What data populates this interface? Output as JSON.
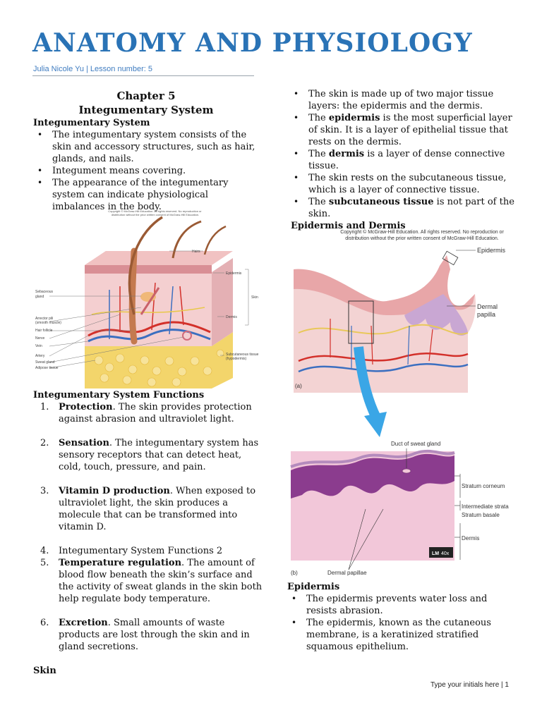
{
  "header": {
    "title": "ANATOMY AND PHYSIOLOGY",
    "subtitle": "Julia Nicole Yu | Lesson number: 5"
  },
  "left": {
    "chapter": "Chapter 5",
    "chapter_title": "Integumentary System",
    "section_heading": "Integumentary System",
    "bullets": [
      "The integumentary system consists of the skin and accessory structures, such as hair, glands, and nails.",
      "Integument means covering.",
      "The appearance of the integumentary system can indicate physiological imbalances in the body."
    ],
    "figure1": {
      "copyright": "Copyright © McGraw-Hill Education. All rights reserved. No reproduction or distribution without the prior written consent of McGraw-Hill Education.",
      "labels": {
        "hairs": "Hairs",
        "epidermis": "Epidermis",
        "skin": "Skin",
        "dermis": "Dermis",
        "subcutaneous": "Subcutaneous tissue",
        "hypodermis": "(hypodermis)",
        "sebaceous1": "Sebaceous",
        "sebaceous2": "gland",
        "arrector1": "Arrector pili",
        "arrector2": "(smooth muscle)",
        "hair_follicle": "Hair follicle",
        "nerve": "Nerve",
        "vein": "Vein",
        "artery": "Artery",
        "sweat_gland": "Sweat gland",
        "adipose": "Adipose tissue"
      }
    },
    "functions_heading": "Integumentary System Functions",
    "functions": [
      {
        "num": "1.",
        "bold": "Protection",
        "text": ". The skin provides protection against abrasion and ultraviolet light."
      },
      {
        "num": "2.",
        "bold": "Sensation",
        "text": ". The integumentary system has sensory receptors that can detect heat, cold, touch, pressure, and pain."
      },
      {
        "num": "3.",
        "bold": "Vitamin D production",
        "text": ".  When exposed to ultraviolet light,  the skin produces a molecule that can be transformed into vitamin D."
      },
      {
        "num": "4.",
        "bold": "",
        "text": "Integumentary System Functions 2"
      },
      {
        "num": "5.",
        "bold": "Temperature regulation",
        "text": ".  The amount of blood flow beneath the skin’s surface and the activity of sweat glands in the skin both help regulate body temperature."
      },
      {
        "num": "6.",
        "bold": "Excretion",
        "text": ". Small amounts of waste products are lost through the skin and in gland secretions."
      }
    ],
    "skin_heading": "Skin"
  },
  "right": {
    "bullets": [
      {
        "pre": "The skin is made up of two major tissue layers: the epidermis and the dermis.",
        "bold": "",
        "post": ""
      },
      {
        "pre": "The ",
        "bold": "epidermis",
        "post": " is the most superficial layer of skin. It is a layer of epithelial tissue that rests on the dermis."
      },
      {
        "pre": "The ",
        "bold": "dermis",
        "post": " is a layer of dense connective tissue."
      },
      {
        "pre": "The skin rests on the subcutaneous tissue, which is a layer of connective tissue.",
        "bold": "",
        "post": ""
      },
      {
        "pre": "The ",
        "bold": "subcutaneous tissue",
        "post": " is not part of the skin."
      }
    ],
    "figure_heading": "Epidermis and Dermis",
    "figure2": {
      "copyright1": "Copyright © McGraw-Hill Education.  All rights reserved. No reproduction or",
      "copyright2": "distribution without the prior written consent of McGraw-Hill Education.",
      "epidermis": "Epidermis",
      "dermal1": "Dermal",
      "dermal2": "papilla",
      "panel_a": "(a)",
      "duct": "Duct of sweat gland",
      "stratum_corneum": "Stratum corneum",
      "intermediate": "Intermediate strata",
      "stratum_basale": "Stratum basale",
      "dermis": "Dermis",
      "lm": "LM",
      "mag": "40x",
      "panel_b": "(b)",
      "dermal_papillae": "Dermal papillae"
    },
    "epidermis_heading": "Epidermis",
    "epidermis_bullets": [
      "The epidermis prevents water loss and resists abrasion.",
      "The epidermis, known as the cutaneous membrane, is a keratinized stratified squamous epithelium."
    ]
  },
  "footer": "Type your initials here | 1",
  "colors": {
    "title": "#2a73b6",
    "subtitle": "#3f7cc0",
    "epidermis_pink": "#e8a6a8",
    "dermis_pink": "#f3d3d3",
    "adipose_yellow": "#f5d76e",
    "artery_red": "#d3302a",
    "vein_blue": "#3b6fc0",
    "histology_purple": "#8b3c8e",
    "arrow_blue": "#3aa6e6"
  }
}
